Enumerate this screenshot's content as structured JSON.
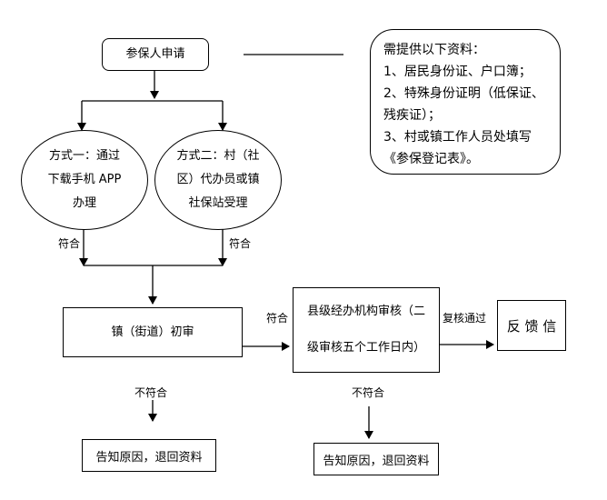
{
  "start": "参保人申请",
  "notes": [
    "需提供以下资料：",
    "1、居民身份证、户口簿；",
    "2、特殊身份证明（低保证、",
    "残疾证）；",
    "3、村或镇工作人员处填写",
    "《参保登记表》。"
  ],
  "method1": [
    "方式一：通过",
    "下载手机 APP",
    "办理"
  ],
  "method2": [
    "方式二：村（社",
    "区）代办员或镇",
    "社保站受理"
  ],
  "pass_label_1": "符合",
  "pass_label_2": "符合",
  "town_review": "镇（街道）初审",
  "pass_label_3": "符合",
  "county_review": [
    "县级经办机构审核（二",
    "级审核五个工作日内）"
  ],
  "recheck_label": "复核通过",
  "feedback": "反 馈 信",
  "fail_label_1": "不符合",
  "fail_label_2": "不符合",
  "reject_1": "告知原因，退回资料",
  "reject_2": "告知原因，退回资料"
}
